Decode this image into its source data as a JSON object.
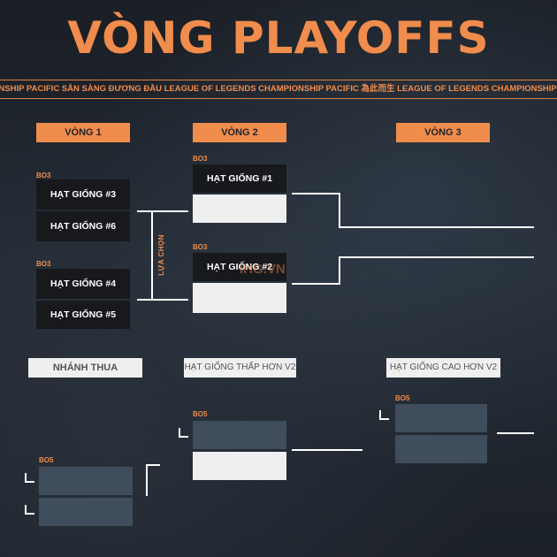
{
  "title": "VÒNG PLAYOFFS",
  "ticker": "ONSHIP PACIFIC  SẴN SÀNG ĐƯƠNG ĐẦU  LEAGUE OF LEGENDS CHAMPIONSHIP PACIFIC  為此而生  LEAGUE OF LEGENDS CHAMPIONSHIP PACIFIC  為此而",
  "rounds": {
    "r1": "VÒNG 1",
    "r2": "VÒNG 2",
    "r3": "VÒNG 3"
  },
  "format": {
    "bo3": "BO3",
    "bo5": "BO5"
  },
  "seeds": {
    "s3": "HẠT GIỐNG #3",
    "s6": "HẠT GIỐNG #6",
    "s4": "HẠT GIỐNG #4",
    "s5": "HẠT GIỐNG #5",
    "s1": "HẠT GIỐNG #1",
    "s2": "HẠT GIỐNG #2"
  },
  "selection_label": "LỰA CHỌN",
  "losers": {
    "bracket": "NHÁNH THUA",
    "lower_seed": "HẠT GIỐNG THẤP HƠN V2",
    "higher_seed": "HẠT GIỐNG CAO HƠN V2"
  },
  "watermark": "IHG.VN",
  "colors": {
    "accent": "#f08c4c",
    "background": "#1e232b",
    "seed_box": "#17191d",
    "empty_slot": "#efefef",
    "loser_slot": "#3f4d5c"
  }
}
